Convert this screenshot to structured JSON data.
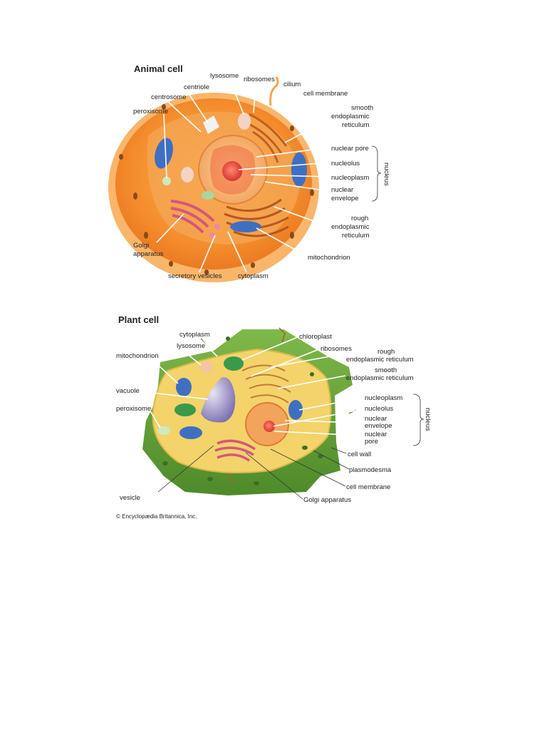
{
  "animal": {
    "title": "Animal cell",
    "labels": {
      "lysosome": "lysosome",
      "ribosomes": "ribosomes",
      "cilium": "cilium",
      "centriole": "centriole",
      "cell_membrane": "cell membrane",
      "centrosome": "centrosome",
      "smooth_er_1": "smooth",
      "smooth_er_2": "endoplasmic",
      "smooth_er_3": "reticulum",
      "peroxisome": "peroxisome",
      "nuclear_pore": "nuclear pore",
      "nucleolus": "nucleolus",
      "nucleoplasm": "nucleoplasm",
      "nuclear_envelope_1": "nuclear",
      "nuclear_envelope_2": "envelope",
      "nucleus": "nucleus",
      "rough_er_1": "rough",
      "rough_er_2": "endoplasmic",
      "rough_er_3": "reticulum",
      "golgi_1": "Golgi",
      "golgi_2": "apparatus",
      "mitochondrion": "mitochondrion",
      "secretory_vesicles": "secretory vesicles",
      "cytoplasm": "cytoplasm"
    }
  },
  "plant": {
    "title": "Plant cell",
    "labels": {
      "cytoplasm": "cytoplasm",
      "chloroplast": "chloroplast",
      "lysosome": "lysosome",
      "ribosomes": "ribosomes",
      "rough_er_1": "rough",
      "rough_er_2": "endoplasmic reticulum",
      "mitochondrion": "mitochondrion",
      "smooth_er_1": "smooth",
      "smooth_er_2": "endoplasmic reticulum",
      "vacuole": "vacuole",
      "nucleoplasm": "nucleoplasm",
      "nucleolus": "nucleolus",
      "peroxisome": "peroxisome",
      "nuclear_envelope_1": "nuclear",
      "nuclear_envelope_2": "envelope",
      "nuclear_pore_1": "nuclear",
      "nuclear_pore_2": "pore",
      "nucleus": "nucleus",
      "cell_wall": "cell wall",
      "plasmodesma": "plasmodesma",
      "cell_membrane": "cell membrane",
      "vesicle": "vesicle",
      "golgi": "Golgi apparatus"
    }
  },
  "credit": "© Encyclopædia Britannica, Inc.",
  "colors": {
    "animal_membrane": "#f7a33e",
    "animal_cytoplasm": "#f48a2a",
    "nucleus": "#f9b873",
    "nucleolus": "#e8433a",
    "mitochondrion": "#3f6fc2",
    "golgi": "#d4577d",
    "cell_wall": "#6aa33a",
    "plant_cytoplasm": "#f3d36a",
    "vacuole": "#9e93c7",
    "chloroplast": "#3a9a4a"
  }
}
